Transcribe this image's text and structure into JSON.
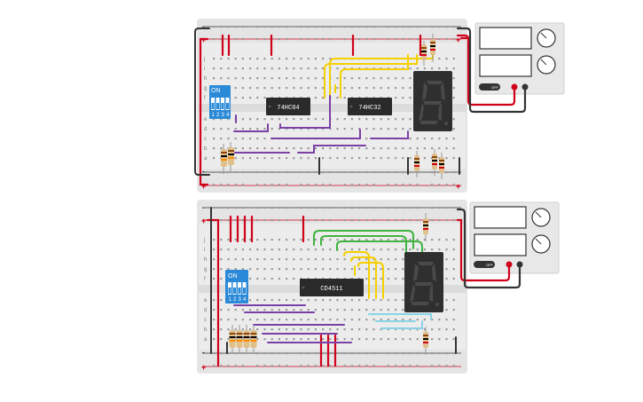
{
  "boards": [
    {
      "name": "top",
      "chips": [
        "74HC04",
        "74HC32"
      ],
      "dip": {
        "label": "ON",
        "switches": [
          "1",
          "2",
          "3",
          "4"
        ]
      },
      "psu": {
        "off_label": "OFF"
      }
    },
    {
      "name": "bottom",
      "chips": [
        "CD4511"
      ],
      "dip": {
        "label": "ON",
        "switches": [
          "1",
          "2",
          "3",
          "4"
        ]
      },
      "psu": {
        "off_label": "OFF"
      }
    }
  ],
  "rail_marks": {
    "plus": "+",
    "minus": "-"
  },
  "row_letters_top": [
    "j",
    "i",
    "h",
    "g",
    "f"
  ],
  "row_letters_bottom": [
    "e",
    "d",
    "c",
    "b",
    "a"
  ],
  "wire_colors": {
    "red": "#d0021b",
    "black": "#333333",
    "yellow": "#f5d000",
    "purple": "#7b3fa6",
    "green": "#3fb43f",
    "lightblue": "#8ad4e8"
  },
  "colors": {
    "breadboard": "#ececec",
    "dip_switch": "#2b8ad8",
    "chip": "#2a2a2a",
    "seven_segment": "#2f2f2f"
  }
}
